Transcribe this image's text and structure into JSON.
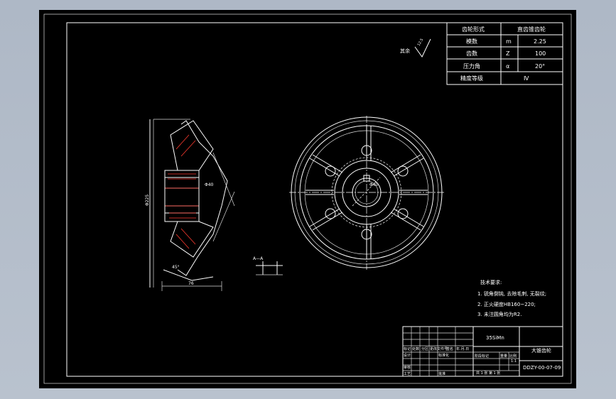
{
  "params_table": {
    "header": {
      "label": "齿轮形式",
      "value": "直齿锥齿轮"
    },
    "rows": [
      {
        "label": "模数",
        "symbol": "m",
        "value": "2.25"
      },
      {
        "label": "齿数",
        "symbol": "Z",
        "value": "100"
      },
      {
        "label": "压力角",
        "symbol": "α",
        "value": "20°"
      },
      {
        "label": "精度等级",
        "symbol": "",
        "value": "Ⅳ"
      }
    ]
  },
  "roughness": {
    "prefix": "其余",
    "value": "12.5"
  },
  "tech_requirements": {
    "title": "技术要求:",
    "items": [
      "1. 锐角倒钝, 去除毛刺, 无裂纹;",
      "2. 正火硬度HB160~220;",
      "3. 未注圆角均为R2."
    ]
  },
  "title_block": {
    "material": "35SiMn",
    "part_name": "大锥齿轮",
    "drawing_no": "DDZY-00-07-09",
    "scale": "1:1",
    "sheet_info": "共 1 张  第 1 张",
    "fields": [
      "标记",
      "处数",
      "分区",
      "更改文件号",
      "签名",
      "年.月.日",
      "设计",
      "标准化",
      "审核",
      "工艺",
      "批准",
      "阶段标记",
      "重量",
      "比例"
    ]
  },
  "dimensions": {
    "bore": "Φ40",
    "outer": "Φ225",
    "width": "76",
    "cone_angle": "45°",
    "section": "A—A"
  },
  "colors": {
    "sheet": "#000000",
    "line": "#ffffff",
    "hatch": "#ff3b2f",
    "background": "#b3bcc8"
  }
}
